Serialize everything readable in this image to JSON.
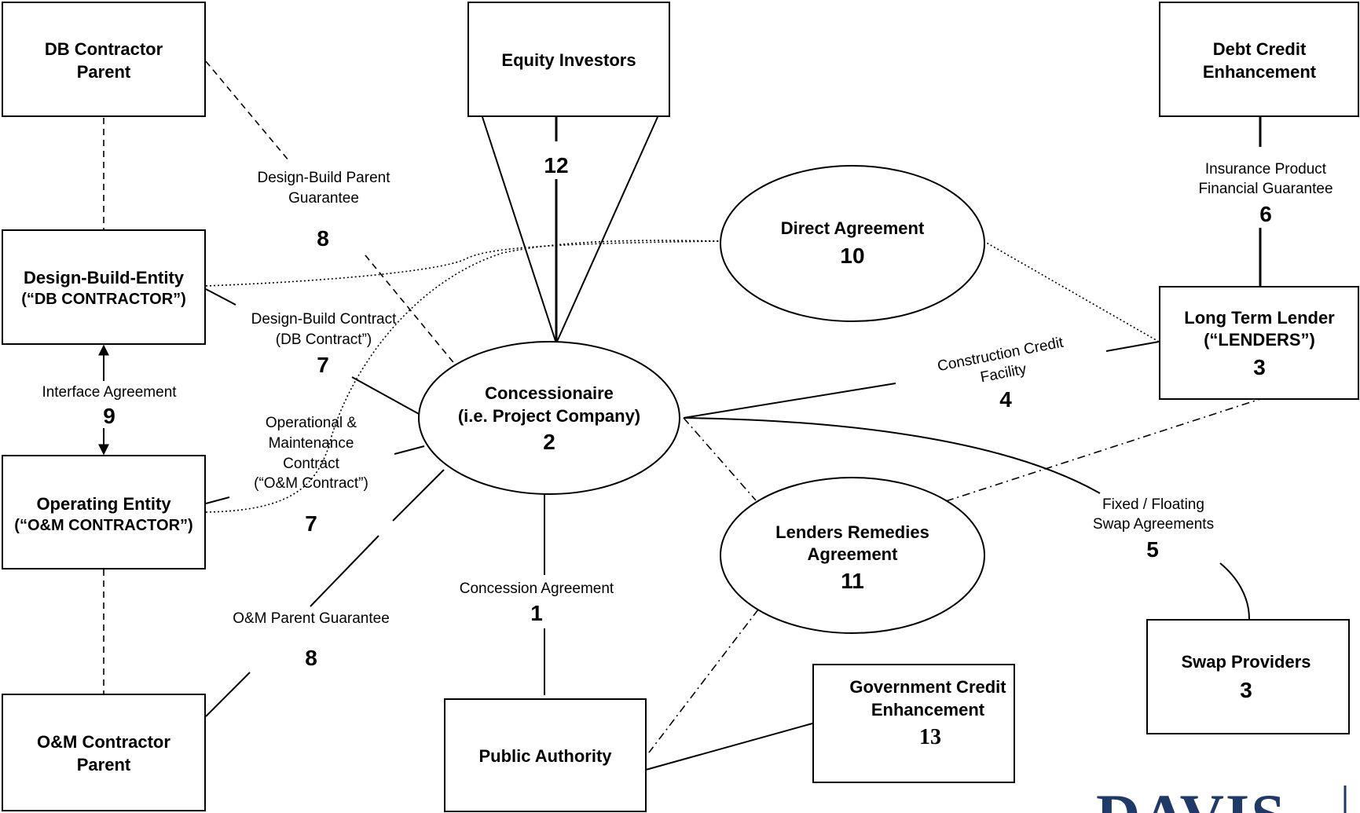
{
  "nodes": {
    "db_parent": {
      "line1": "DB Contractor",
      "line2": "Parent"
    },
    "equity": {
      "label": "Equity Investors"
    },
    "debt_credit": {
      "line1": "Debt Credit",
      "line2": "Enhancement"
    },
    "db_entity": {
      "line1": "Design-Build-Entity",
      "line2": "(“DB CONTRACTOR”)"
    },
    "operating": {
      "line1": "Operating Entity",
      "line2": "(“O&M CONTRACTOR”)"
    },
    "om_parent": {
      "line1": "O&M Contractor",
      "line2": "Parent"
    },
    "concessionaire": {
      "line1": "Concessionaire",
      "line2": "(i.e. Project Company)",
      "num": "2"
    },
    "direct_agreement": {
      "line1": "Direct Agreement",
      "num": "10"
    },
    "lenders_remedies": {
      "line1": "Lenders Remedies",
      "line2": "Agreement",
      "num": "11"
    },
    "long_term_lender": {
      "line1": "Long Term Lender",
      "line2": "(“LENDERS”)",
      "num": "3"
    },
    "public_authority": {
      "label": "Public Authority"
    },
    "gov_credit": {
      "line1": "Government Credit",
      "line2": "Enhancement",
      "num": "13"
    },
    "swap_providers": {
      "line1": "Swap Providers",
      "num": "3"
    }
  },
  "labels": {
    "db_parent_guarantee": {
      "line1": "Design-Build Parent",
      "line2": "Guarantee",
      "num": "8"
    },
    "db_contract": {
      "line1": "Design-Build Contract",
      "line2": "(DB Contract”)",
      "num": "7"
    },
    "interface": {
      "line1": "Interface Agreement",
      "num": "9"
    },
    "om_contract": {
      "line1": "Operational &",
      "line2": "Maintenance",
      "line3": "Contract",
      "line4": "(“O&M Contract”)",
      "num": "7"
    },
    "om_parent_guarantee": {
      "line1": "O&M Parent Guarantee",
      "num": "8"
    },
    "equity_num": "12",
    "concession": {
      "line1": "Concession Agreement",
      "num": "1"
    },
    "insurance": {
      "line1": "Insurance Product",
      "line2": "Financial Guarantee",
      "num": "6"
    },
    "construction": {
      "line1": "Construction Credit",
      "line2": "Facility",
      "num": "4"
    },
    "swap": {
      "line1": "Fixed / Floating",
      "line2": "Swap Agreements",
      "num": "5"
    }
  },
  "logo": {
    "text": "DAVIS"
  },
  "colors": {
    "logo": "#1f3a68",
    "line": "#000000"
  }
}
